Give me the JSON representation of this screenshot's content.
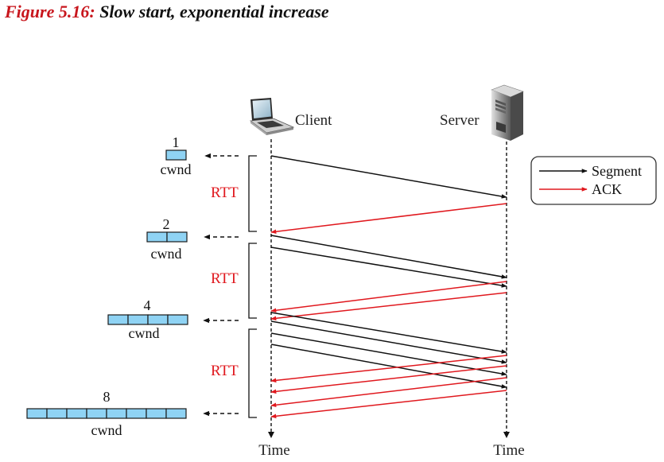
{
  "figure": {
    "number_label": "Figure 5.16:",
    "title": "Slow start, exponential increase"
  },
  "hosts": {
    "client": "Client",
    "server": "Server"
  },
  "time_label": "Time",
  "rtt_label": "RTT",
  "legend": {
    "segment": "Segment",
    "ack": "ACK"
  },
  "cwnd": [
    {
      "value": "1",
      "label": "cwnd",
      "cells": 1
    },
    {
      "value": "2",
      "label": "cwnd",
      "cells": 2
    },
    {
      "value": "4",
      "label": "cwnd",
      "cells": 4
    },
    {
      "value": "8",
      "label": "cwnd",
      "cells": 8
    }
  ],
  "colors": {
    "segment": "#111111",
    "ack": "#e0181e",
    "title_accent": "#c8161d",
    "cwnd_cell": "#8fd3f4",
    "cwnd_border": "#1a1a1a"
  },
  "icons": {
    "client": "laptop-icon",
    "server": "server-tower-icon"
  }
}
